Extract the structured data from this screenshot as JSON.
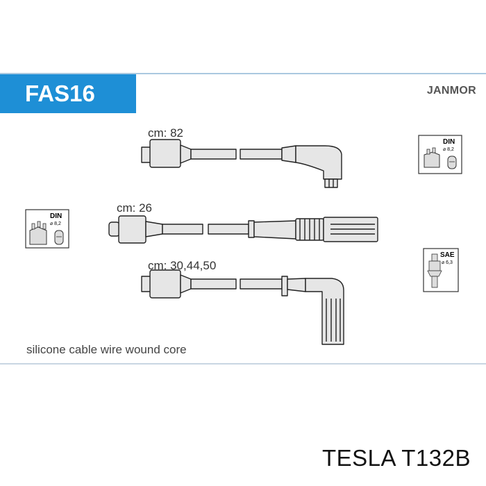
{
  "header": {
    "code": "FAS16",
    "brand": "JANMOR"
  },
  "cables": [
    {
      "length_label": "cm: 82"
    },
    {
      "length_label": "cm: 26"
    },
    {
      "length_label": "cm: 30,44,50"
    }
  ],
  "caption": "silicone cable wire wound core",
  "connectors": {
    "din_right": {
      "standard": "DIN",
      "size": "⌀ 8,2"
    },
    "din_left": {
      "standard": "DIN",
      "size": "⌀ 8,2"
    },
    "sae_right": {
      "standard": "SAE",
      "size": "⌀ 6,3"
    }
  },
  "footer": {
    "part": "TESLA T132B"
  },
  "colors": {
    "accent": "#1e8fd6"
  }
}
